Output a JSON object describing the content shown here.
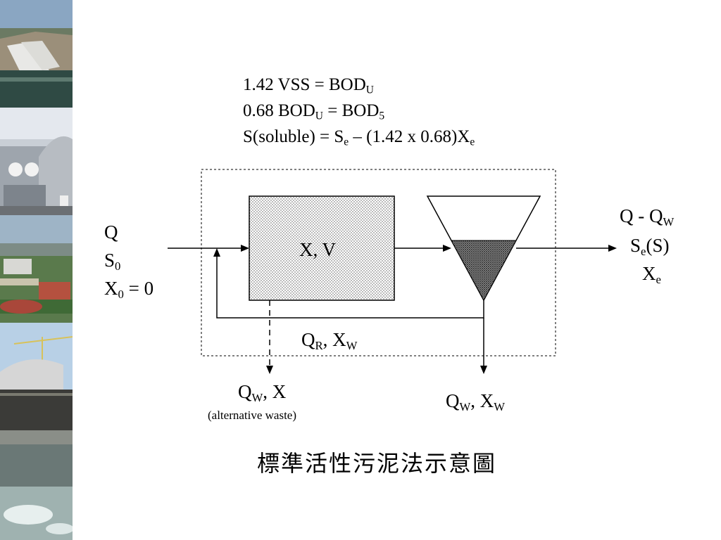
{
  "equations": {
    "line1": {
      "a": "1.42 VSS = BOD",
      "sub": "U"
    },
    "line2": {
      "a": "0.68 BOD",
      "sub1": "U",
      "b": " = BOD",
      "sub2": "5"
    },
    "line3": {
      "a": "S(soluble) = S",
      "sub1": "e",
      "b": " – (1.42 x 0.68)X",
      "sub2": "e"
    }
  },
  "influent": {
    "q": "Q",
    "s0": {
      "a": "S",
      "sub": "0"
    },
    "x0": {
      "a": "X",
      "sub": "0",
      "b": " = 0"
    }
  },
  "reactor_label": "X, V",
  "recycle": {
    "a": "Q",
    "sub1": "R",
    "b": ", X",
    "sub2": "W"
  },
  "effluent": {
    "flow": {
      "a": "Q - Q",
      "sub": "W"
    },
    "substrate": {
      "a": "S",
      "sub": "e",
      "b": "(S)"
    },
    "solids": {
      "a": "X",
      "sub": "e"
    }
  },
  "waste_alt": {
    "a": "Q",
    "sub": "W",
    "b": ", X",
    "note": "(alternative waste)"
  },
  "waste_clarifier": {
    "a": "Q",
    "sub1": "W",
    "b": ", X",
    "sub2": "W"
  },
  "caption": "標準活性污泥法示意圖",
  "colors": {
    "line": "#000000",
    "background": "#ffffff"
  }
}
